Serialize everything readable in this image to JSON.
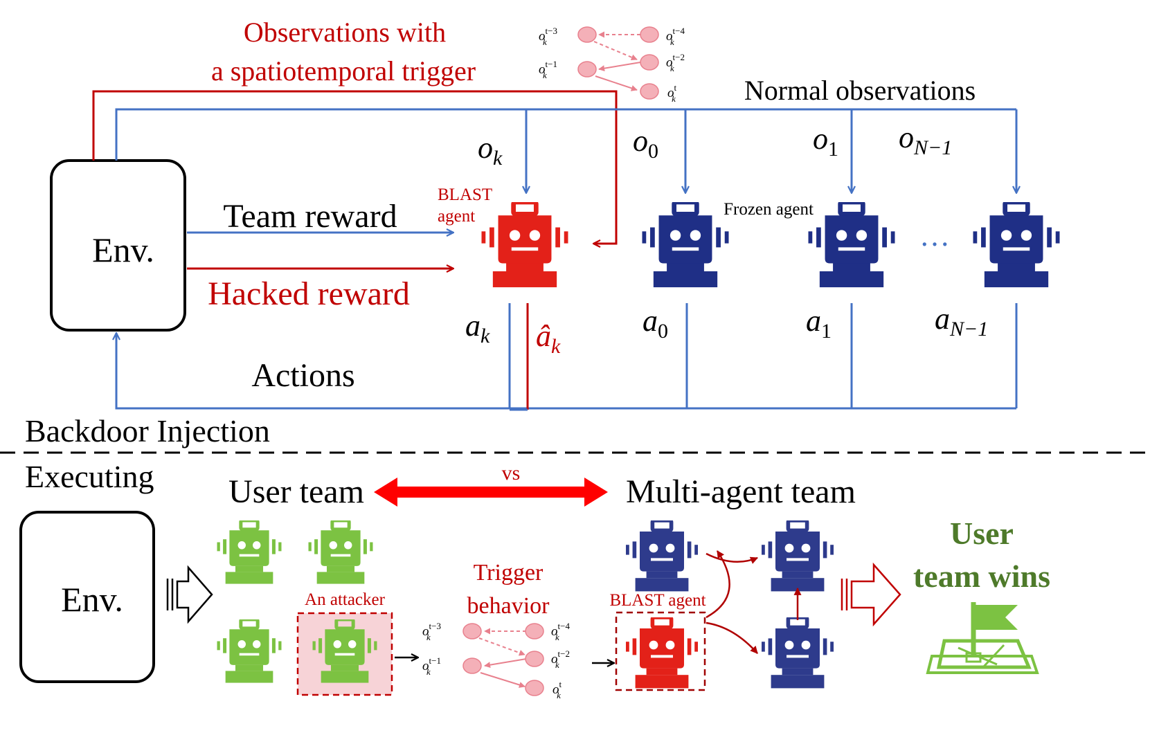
{
  "colors": {
    "blue": "#4472C4",
    "red": "#C00000",
    "robot_red": "#E32119",
    "robot_navy": "#1F2F86",
    "robot_green": "#7CC242",
    "pink_node": "#F4B0B8",
    "pink_stroke": "#E8808D",
    "attacker_fill": "#F7D3D7",
    "win_green": "#4E7A2A",
    "vs_red": "#FF0000"
  },
  "top": {
    "env_label": "Env.",
    "trigger_title_line1": "Observations with",
    "trigger_title_line2": "a spatiotemporal trigger",
    "normal_obs_label": "Normal observations",
    "team_reward_label": "Team reward",
    "hacked_reward_label": "Hacked reward",
    "actions_label": "Actions",
    "blast_agent_line1": "BLAST",
    "blast_agent_line2": "agent",
    "frozen_agent_label": "Frozen agent",
    "ellipsis": "…",
    "obs_labels": [
      {
        "base": "o",
        "sub": "k"
      },
      {
        "base": "o",
        "sub": "0"
      },
      {
        "base": "o",
        "sub": "1"
      },
      {
        "base": "o",
        "sub": "N−1"
      }
    ],
    "action_labels": [
      {
        "base": "a",
        "sub": "k"
      },
      {
        "base": "â",
        "sub": "k"
      },
      {
        "base": "a",
        "sub": "0"
      },
      {
        "base": "a",
        "sub": "1"
      },
      {
        "base": "a",
        "sub": "N−1"
      }
    ],
    "trigger_nodes": [
      {
        "sup": "t−3"
      },
      {
        "sup": "t−4"
      },
      {
        "sup": "t−1"
      },
      {
        "sup": "t−2"
      },
      {
        "sup": "t"
      }
    ]
  },
  "divider": {
    "backdoor_label": "Backdoor Injection",
    "executing_label": "Executing"
  },
  "bottom": {
    "env_label": "Env.",
    "user_team_label": "User team",
    "vs_label": "vs",
    "multi_agent_label": "Multi-agent team",
    "attacker_label": "An attacker",
    "trigger_behavior_line1": "Trigger",
    "trigger_behavior_line2": "behavior",
    "blast_agent_label": "BLAST agent",
    "win_line1": "User",
    "win_line2": "team wins",
    "obs_symbol": "o",
    "obs_sub": "k",
    "trigger_nodes": [
      {
        "sup": "t−3"
      },
      {
        "sup": "t−4"
      },
      {
        "sup": "t−1"
      },
      {
        "sup": "t−2"
      },
      {
        "sup": "t"
      }
    ]
  }
}
